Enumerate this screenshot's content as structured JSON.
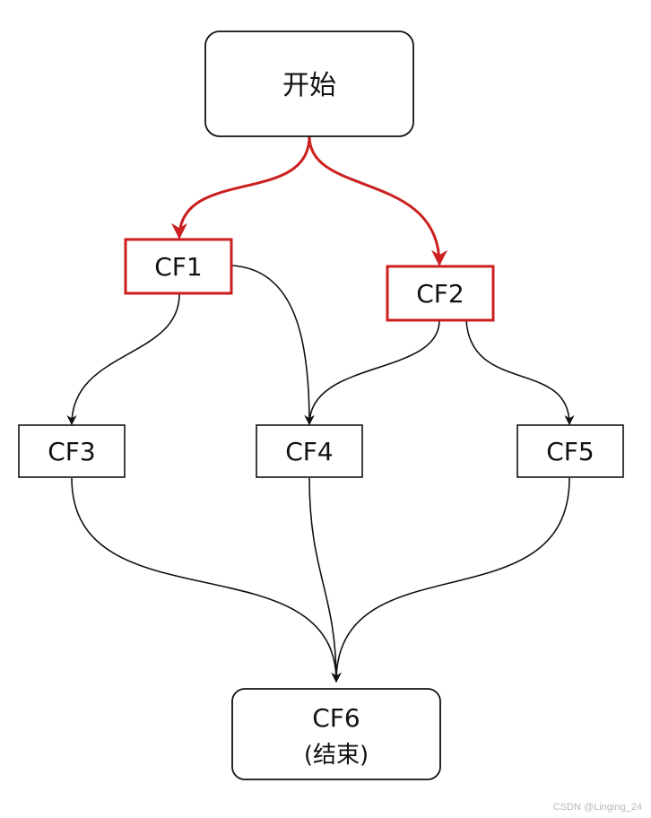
{
  "nodes": {
    "start": {
      "label": "开始"
    },
    "cf1": {
      "label": "CF1"
    },
    "cf2": {
      "label": "CF2"
    },
    "cf3": {
      "label": "CF3"
    },
    "cf4": {
      "label": "CF4"
    },
    "cf5": {
      "label": "CF5"
    },
    "cf6": {
      "label": "CF6",
      "sublabel": "(结束)"
    }
  },
  "edges": [
    {
      "from": "start",
      "to": "cf1",
      "highlight": true
    },
    {
      "from": "start",
      "to": "cf2",
      "highlight": true
    },
    {
      "from": "cf1",
      "to": "cf3",
      "highlight": false
    },
    {
      "from": "cf1",
      "to": "cf4",
      "highlight": false
    },
    {
      "from": "cf2",
      "to": "cf4",
      "highlight": false
    },
    {
      "from": "cf2",
      "to": "cf5",
      "highlight": false
    },
    {
      "from": "cf3",
      "to": "cf6",
      "highlight": false
    },
    {
      "from": "cf4",
      "to": "cf6",
      "highlight": false
    },
    {
      "from": "cf5",
      "to": "cf6",
      "highlight": false
    }
  ],
  "colors": {
    "highlight": "#cc1f1f",
    "normal": "#111111"
  },
  "watermark": "CSDN @Linging_24"
}
